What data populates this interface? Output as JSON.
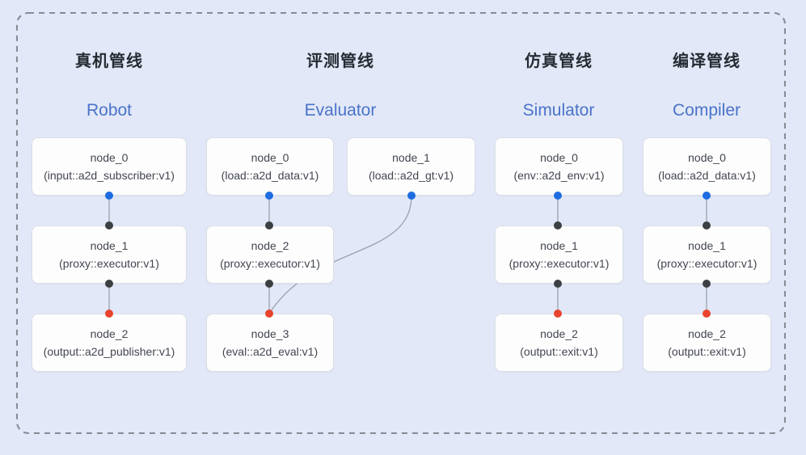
{
  "colors": {
    "background": "#e2e8f7",
    "frame_border": "#868b94",
    "edge_line": "#99a1ad",
    "port_output_blue": "#1e6ce0",
    "port_executor_dark": "#3c4043",
    "port_sink_red": "#e8432d",
    "header_cn": "#262b33",
    "header_en": "#4a73c9",
    "node_fill": "#fdfdfe",
    "node_border": "#dcdfe6"
  },
  "pipelines": [
    {
      "id": "robot",
      "title_cn": "真机管线",
      "title_en": "Robot",
      "nodes": [
        {
          "name": "node_0",
          "type": "(input::a2d_subscriber:v1)"
        },
        {
          "name": "node_1",
          "type": "(proxy::executor:v1)"
        },
        {
          "name": "node_2",
          "type": "(output::a2d_publisher:v1)"
        }
      ]
    },
    {
      "id": "evaluator",
      "title_cn": "评测管线",
      "title_en": "Evaluator",
      "nodes": [
        {
          "name": "node_0",
          "type": "(load::a2d_data:v1)"
        },
        {
          "name": "node_1",
          "type": "(load::a2d_gt:v1)"
        },
        {
          "name": "node_2",
          "type": "(proxy::executor:v1)"
        },
        {
          "name": "node_3",
          "type": "(eval::a2d_eval:v1)"
        }
      ]
    },
    {
      "id": "simulator",
      "title_cn": "仿真管线",
      "title_en": "Simulator",
      "nodes": [
        {
          "name": "node_0",
          "type": "(env::a2d_env:v1)"
        },
        {
          "name": "node_1",
          "type": "(proxy::executor:v1)"
        },
        {
          "name": "node_2",
          "type": "(output::exit:v1)"
        }
      ]
    },
    {
      "id": "compiler",
      "title_cn": "编译管线",
      "title_en": "Compiler",
      "nodes": [
        {
          "name": "node_0",
          "type": "(load::a2d_data:v1)"
        },
        {
          "name": "node_1",
          "type": "(proxy::executor:v1)"
        },
        {
          "name": "node_2",
          "type": "(output::exit:v1)"
        }
      ]
    }
  ]
}
